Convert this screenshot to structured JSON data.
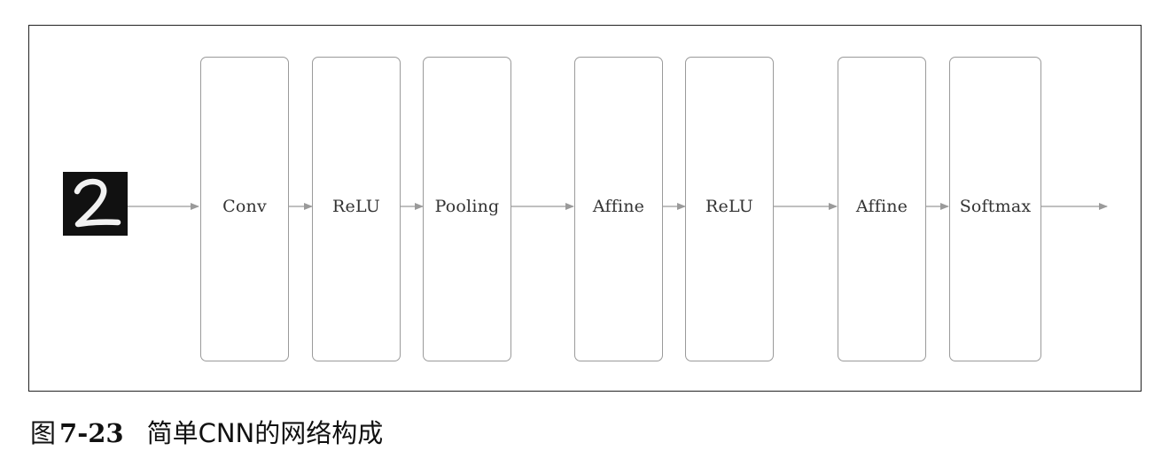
{
  "diagram": {
    "input": {
      "image": "handwritten-digit-2",
      "digit": "2"
    },
    "layers": [
      {
        "id": "conv",
        "label": "Conv"
      },
      {
        "id": "relu-1",
        "label": "ReLU"
      },
      {
        "id": "pooling",
        "label": "Pooling"
      },
      {
        "id": "affine-1",
        "label": "Affine"
      },
      {
        "id": "relu-2",
        "label": "ReLU"
      },
      {
        "id": "affine-2",
        "label": "Affine"
      },
      {
        "id": "softmax",
        "label": "Softmax"
      }
    ],
    "colors": {
      "frame": "#222222",
      "box_border": "#9a9a9a",
      "arrow": "#9a9a9a",
      "text": "#333333",
      "input_background": "#111111"
    }
  },
  "caption": {
    "prefix": "图",
    "number": "7-23",
    "title": "简单CNN的网络构成"
  }
}
